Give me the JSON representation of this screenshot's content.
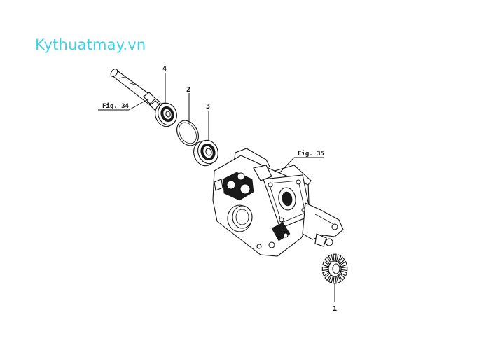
{
  "watermark": "Kythuatmay.vn",
  "callouts": {
    "part_1": "1",
    "part_2": "2",
    "part_3": "3",
    "part_4": "4"
  },
  "fig_refs": {
    "fig34": "Fig. 34",
    "fig35": "Fig. 35"
  }
}
